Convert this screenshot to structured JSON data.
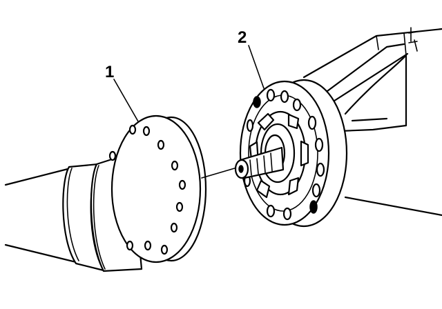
{
  "callouts": {
    "shaft_flange": "1",
    "pinion_yoke": "2"
  },
  "icons": {
    "shaft": "propeller-shaft-with-flange",
    "yoke": "differential-pinion-flange"
  }
}
